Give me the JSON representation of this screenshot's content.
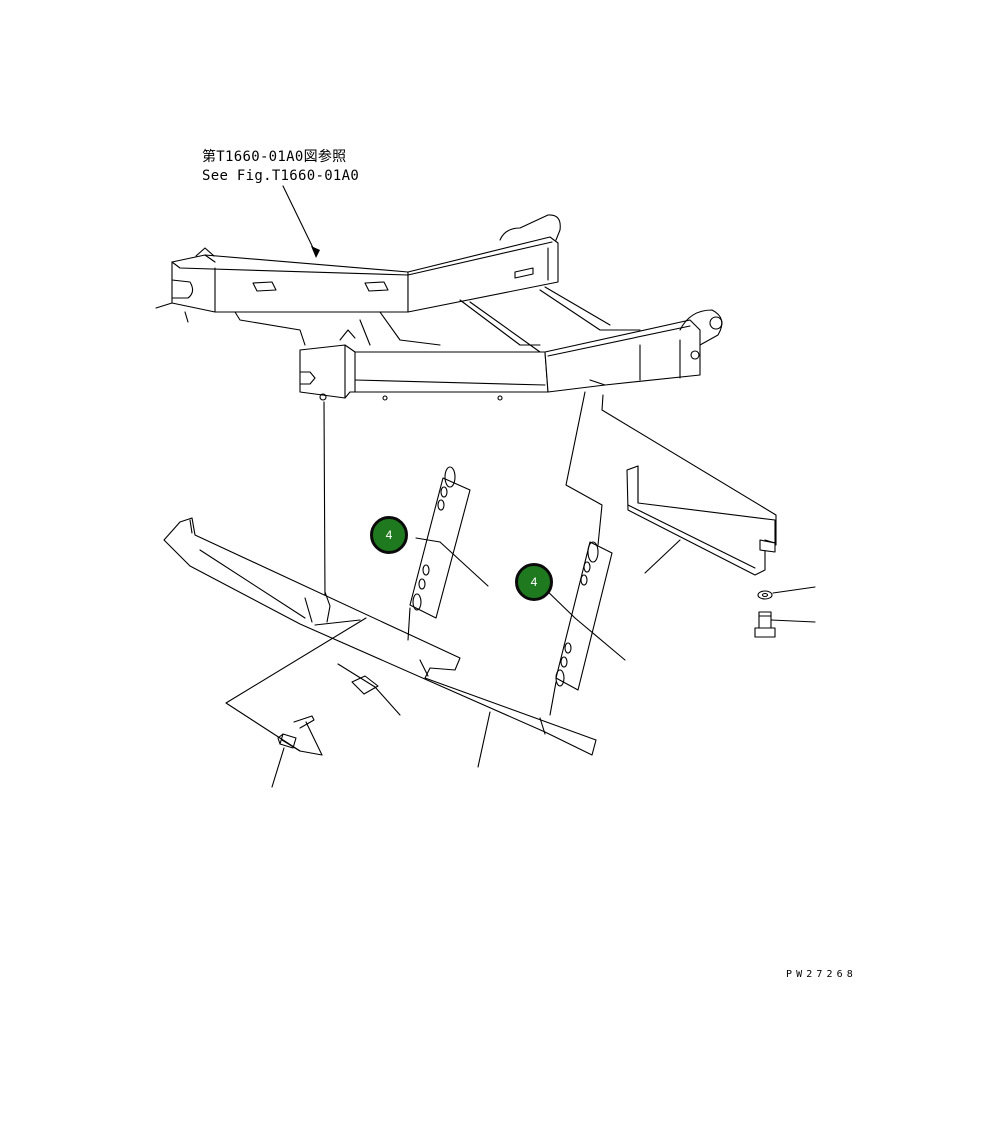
{
  "reference_note": {
    "line_jp": "第T1660-01A0図参照",
    "line_en": "See Fig.T1660-01A0"
  },
  "drawing_code": "PW27268",
  "callouts": [
    {
      "id": "callout-4-left",
      "label": "4"
    },
    {
      "id": "callout-4-right",
      "label": "4"
    }
  ],
  "colors": {
    "callout_fill": "#1f7a1f",
    "line": "#000000",
    "background": "#ffffff"
  }
}
